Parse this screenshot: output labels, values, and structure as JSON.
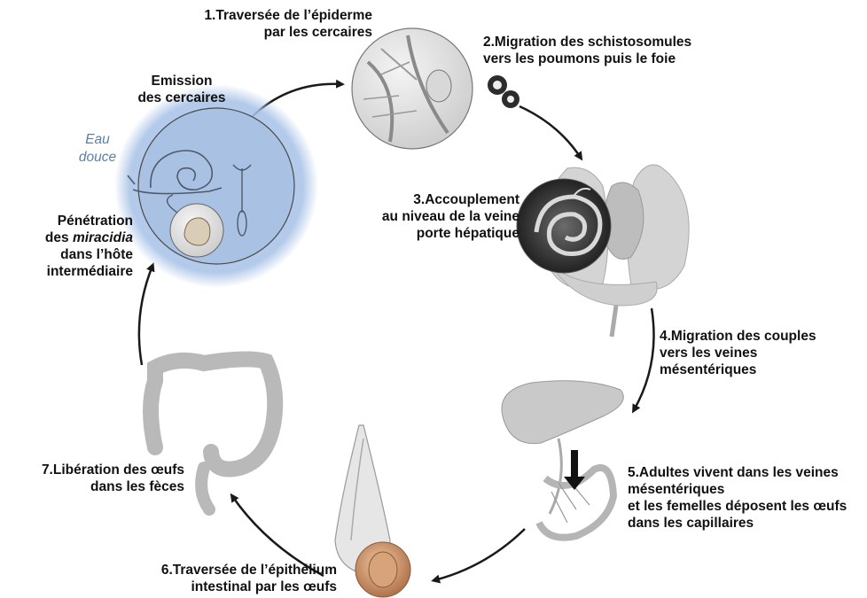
{
  "labels": {
    "step1": {
      "line1": "1.Traversée de l’épiderme",
      "line2": "par les cercaires"
    },
    "step2": {
      "line1": "2.Migration des schistosomules",
      "line2": "vers les poumons puis le foie"
    },
    "step3": {
      "line1": "3.Accouplement",
      "line2": "au niveau de la veine",
      "line3": "porte hépatique"
    },
    "step4": {
      "line1": "4.Migration des couples",
      "line2": "vers les veines",
      "line3": "mésentériques"
    },
    "step5": {
      "line1": "5.Adultes vivent dans les veines",
      "line2": "mésentériques",
      "line3": "et les femelles déposent les œufs",
      "line4": "dans les capillaires"
    },
    "step6": {
      "line1": "6.Traversée de l’épithélium",
      "line2": "intestinal par les œufs"
    },
    "step7": {
      "line1": "7.Libération des œufs",
      "line2": "dans les fèces"
    },
    "emission": {
      "line1": "Emission",
      "line2": "des cercaires"
    },
    "penetration": {
      "line1": "Pénétration",
      "line2a": "des ",
      "line2b": "miracidia",
      "line3": "dans l’hôte",
      "line4": "intermédiaire"
    },
    "water": {
      "line1": "Eau",
      "line2": "douce"
    }
  },
  "colors": {
    "halo": "#a9c4e8",
    "water_text": "#5a7fa8",
    "arrow": "#1a1a1a",
    "organ": "#c9c9c9",
    "egg": "#c98e62"
  }
}
